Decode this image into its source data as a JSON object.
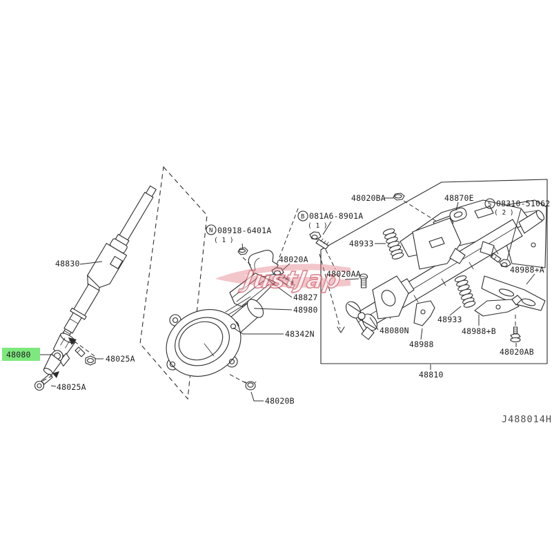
{
  "diagram": {
    "drawing_code": "J488014H",
    "watermark": {
      "text": "JustJap",
      "color": "#cf4f5e"
    },
    "highlight": {
      "part": "48080",
      "color": "#7de87d"
    },
    "line_color": "#2b2b2b",
    "parts": [
      {
        "label": "48830"
      },
      {
        "label": "48080",
        "highlighted": true
      },
      {
        "label": "48025A"
      },
      {
        "label": "48025A"
      },
      {
        "label": "48020B"
      },
      {
        "prefix": "N",
        "label": "08918-6401A",
        "qty": "( 1 )"
      },
      {
        "label": "48020A"
      },
      {
        "label": "48827"
      },
      {
        "label": "48980"
      },
      {
        "label": "48342N"
      },
      {
        "label": "48020BA"
      },
      {
        "prefix": "B",
        "label": "081A6-8901A",
        "qty": "( 1 )"
      },
      {
        "label": "48870E"
      },
      {
        "prefix": "S",
        "label": "08310-51062",
        "qty": "( 2 )"
      },
      {
        "label": "48933"
      },
      {
        "label": "48020AA"
      },
      {
        "label": "48988+A"
      },
      {
        "label": "48080N"
      },
      {
        "label": "48988"
      },
      {
        "label": "48933"
      },
      {
        "label": "48988+B"
      },
      {
        "label": "48020AB"
      },
      {
        "label": "48810"
      }
    ]
  }
}
